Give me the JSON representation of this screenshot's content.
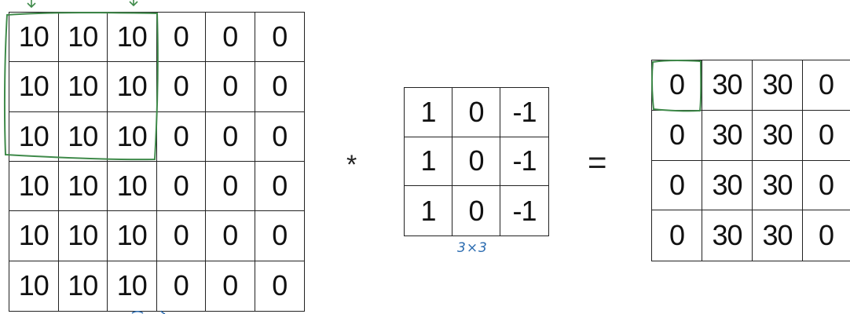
{
  "input_matrix": [
    [
      "10",
      "10",
      "10",
      "0",
      "0",
      "0"
    ],
    [
      "10",
      "10",
      "10",
      "0",
      "0",
      "0"
    ],
    [
      "10",
      "10",
      "10",
      "0",
      "0",
      "0"
    ],
    [
      "10",
      "10",
      "10",
      "0",
      "0",
      "0"
    ],
    [
      "10",
      "10",
      "10",
      "0",
      "0",
      "0"
    ],
    [
      "10",
      "10",
      "10",
      "0",
      "0",
      "0"
    ]
  ],
  "operator_convolve": "*",
  "filter_matrix": [
    [
      "1",
      "0",
      "-1"
    ],
    [
      "1",
      "0",
      "-1"
    ],
    [
      "1",
      "0",
      "-1"
    ]
  ],
  "filter_size_note": "3×3",
  "operator_equals": "=",
  "output_matrix": [
    [
      "0",
      "30",
      "30",
      "0"
    ],
    [
      "0",
      "30",
      "30",
      "0"
    ],
    [
      "0",
      "30",
      "30",
      "0"
    ],
    [
      "0",
      "30",
      "30",
      "0"
    ]
  ],
  "colors": {
    "highlight": "#3f8a4a",
    "note": "#2a6bb0",
    "grid_line": "#222222"
  }
}
